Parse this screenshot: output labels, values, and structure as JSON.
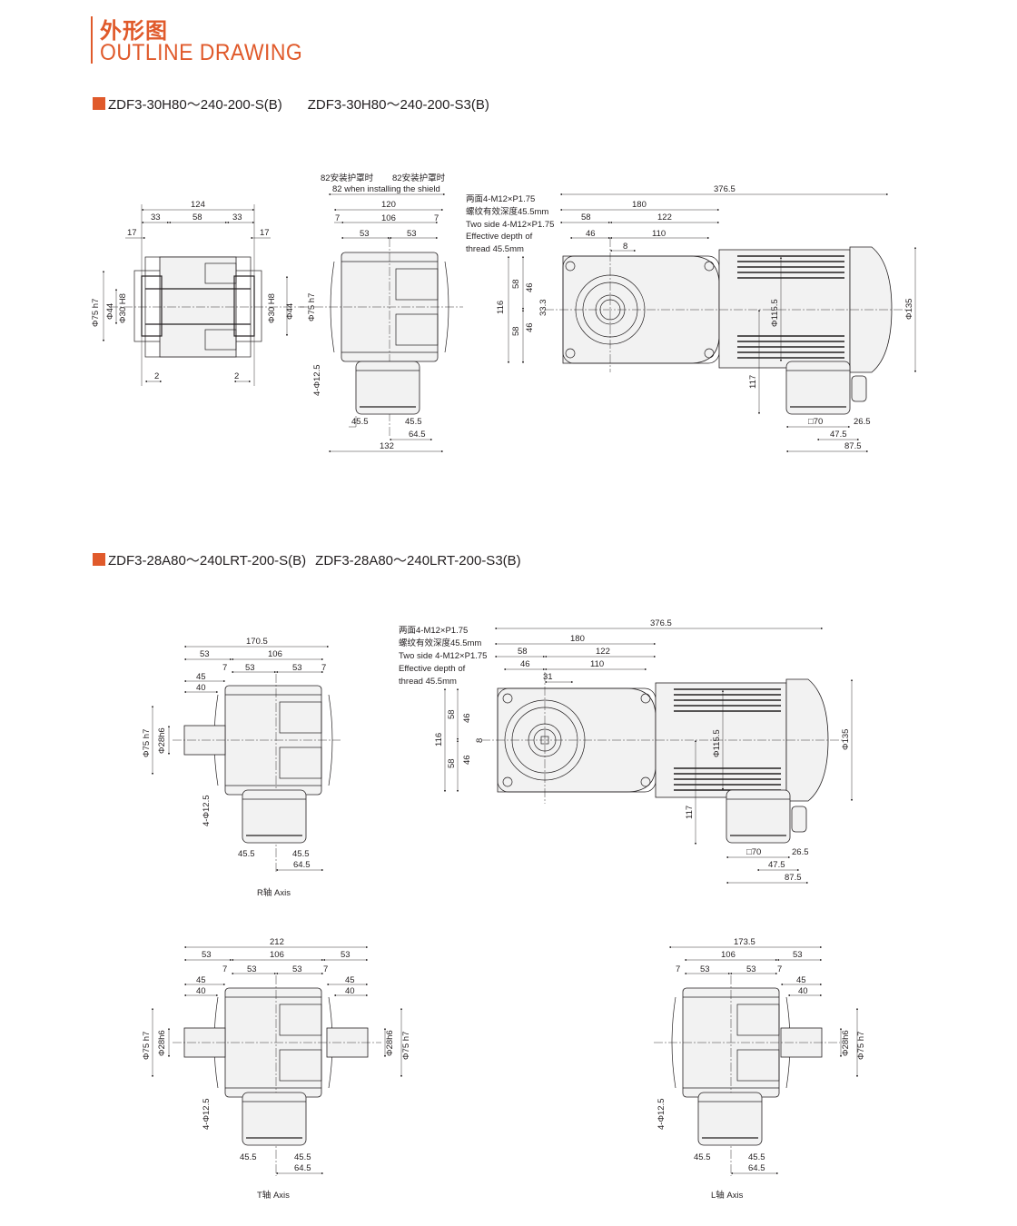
{
  "header": {
    "title_cn": "外形图",
    "title_en": "OUTLINE DRAWING"
  },
  "sections": [
    {
      "model_a": "ZDF3-30H80～240-200-S(B)",
      "model_b": "ZDF3-30H80～240-200-S3(B)"
    },
    {
      "model_a": "ZDF3-28A80～240LRT-200-S(B)",
      "model_b": "ZDF3-28A80～240LRT-200-S3(B)"
    }
  ],
  "notes": {
    "shield_cn": "82安装护罩时",
    "shield_cn2": "82安装护罩时",
    "shield_en": "82 when installing the shield",
    "thread_cn1": "两面4-M12×P1.75",
    "thread_cn2": "螺纹有效深度45.5mm",
    "thread_en1": "Two side 4-M12×P1.75",
    "thread_en2": "Effective depth of",
    "thread_en3": "thread 45.5mm"
  },
  "captions": {
    "r_axis": "R轴 Axis",
    "t_axis": "T轴 Axis",
    "l_axis": "L轴 Axis"
  },
  "dims": {
    "d124": "124",
    "d33": "33",
    "d58": "58",
    "d17": "17",
    "d2": "2",
    "phi75h7": "Φ75 h7",
    "phi44": "Φ44",
    "phi30h8": "Φ30 H8",
    "d120": "120",
    "d106": "106",
    "d7": "7",
    "d53": "53",
    "d4phi125": "4-Φ12.5",
    "d455": "45.5",
    "d645": "64.5",
    "d132": "132",
    "d3765": "376.5",
    "d180": "180",
    "d122": "122",
    "d46": "46",
    "d110": "110",
    "d8": "8",
    "d116": "116",
    "d333": "33.3",
    "phi1155": "Φ115.5",
    "phi135": "Φ135",
    "d117": "117",
    "sq70": "□70",
    "d265": "26.5",
    "d475": "47.5",
    "d875": "87.5",
    "d1705": "170.5",
    "d45": "45",
    "d40": "40",
    "phi28h6": "Φ28h6",
    "d31": "31",
    "d212": "212",
    "d1735": "173.5"
  }
}
